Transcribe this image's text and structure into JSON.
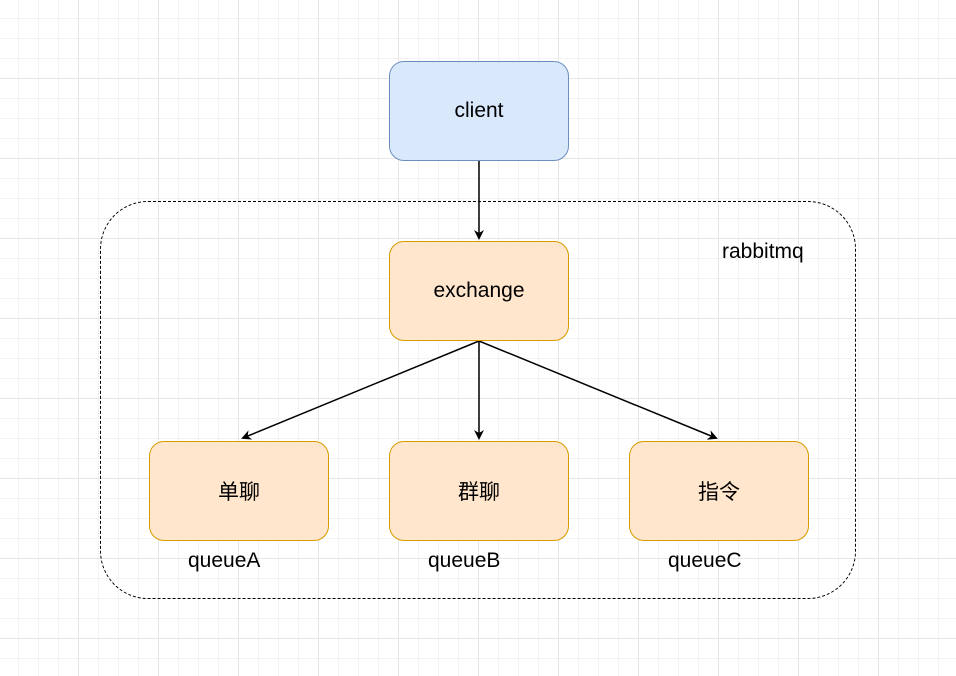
{
  "diagram": {
    "nodes": {
      "client": "client",
      "exchange": "exchange",
      "queue_a": "单聊",
      "queue_b": "群聊",
      "queue_c": "指令"
    },
    "labels": {
      "group": "rabbitmq",
      "queue_a": "queueA",
      "queue_b": "queueB",
      "queue_c": "queueC"
    },
    "edges": [
      {
        "from": "client",
        "to": "exchange"
      },
      {
        "from": "exchange",
        "to": "单聊"
      },
      {
        "from": "exchange",
        "to": "群聊"
      },
      {
        "from": "exchange",
        "to": "指令"
      }
    ],
    "colors": {
      "client_fill": "#dae8fc",
      "client_stroke": "#6c8ebf",
      "queue_fill": "#ffe6cc",
      "queue_stroke": "#d79b00"
    }
  }
}
